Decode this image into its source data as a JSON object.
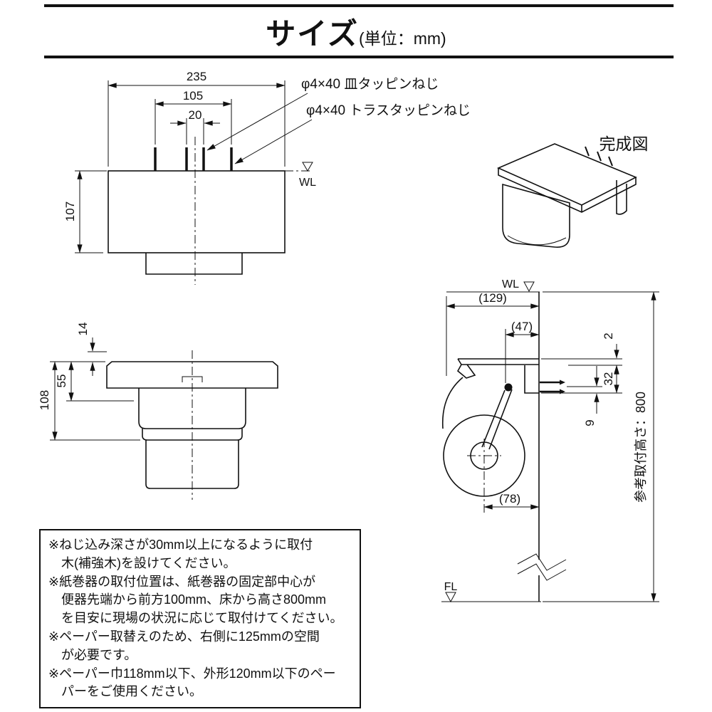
{
  "title": {
    "main": "サイズ",
    "unit": "(単位：mm)"
  },
  "top_view": {
    "dims": {
      "width": "235",
      "screw_span": "105",
      "center_span": "20",
      "height": "107"
    },
    "callouts": {
      "flat_screw": "φ4×40 皿タッピンねじ",
      "truss_screw": "φ4×40 トラスタッピンねじ"
    },
    "wl": "WL"
  },
  "front_view": {
    "dims": {
      "lip": "14",
      "upper": "55",
      "height": "108"
    }
  },
  "side_view": {
    "dims": {
      "depth": "(129)",
      "pivot": "(47)",
      "top_gap": "2",
      "bracket": "32",
      "screw_offset": "9",
      "roll": "(78)",
      "mount_height": "参考取付高さ：800"
    },
    "wl": "WL",
    "fl": "FL"
  },
  "finished_view": {
    "label": "完成図"
  },
  "notes": {
    "lines": [
      "※ねじ込み深さが30mm以上になるように取付",
      "　木(補強木)を設けてください。",
      "※紙巻器の取付位置は、紙巻器の固定部中心が",
      "　便器先端から前方100mm、床から高さ800mm",
      "　を目安に現場の状況に応じて取付けてください。",
      "※ペーパー取替えのため、右側に125mmの空間",
      "　が必要です。",
      "※ペーパー巾118mm以下、外形120mm以下のペー",
      "　パーをご使用ください。"
    ]
  },
  "colors": {
    "ink": "#111111",
    "background": "#ffffff"
  }
}
